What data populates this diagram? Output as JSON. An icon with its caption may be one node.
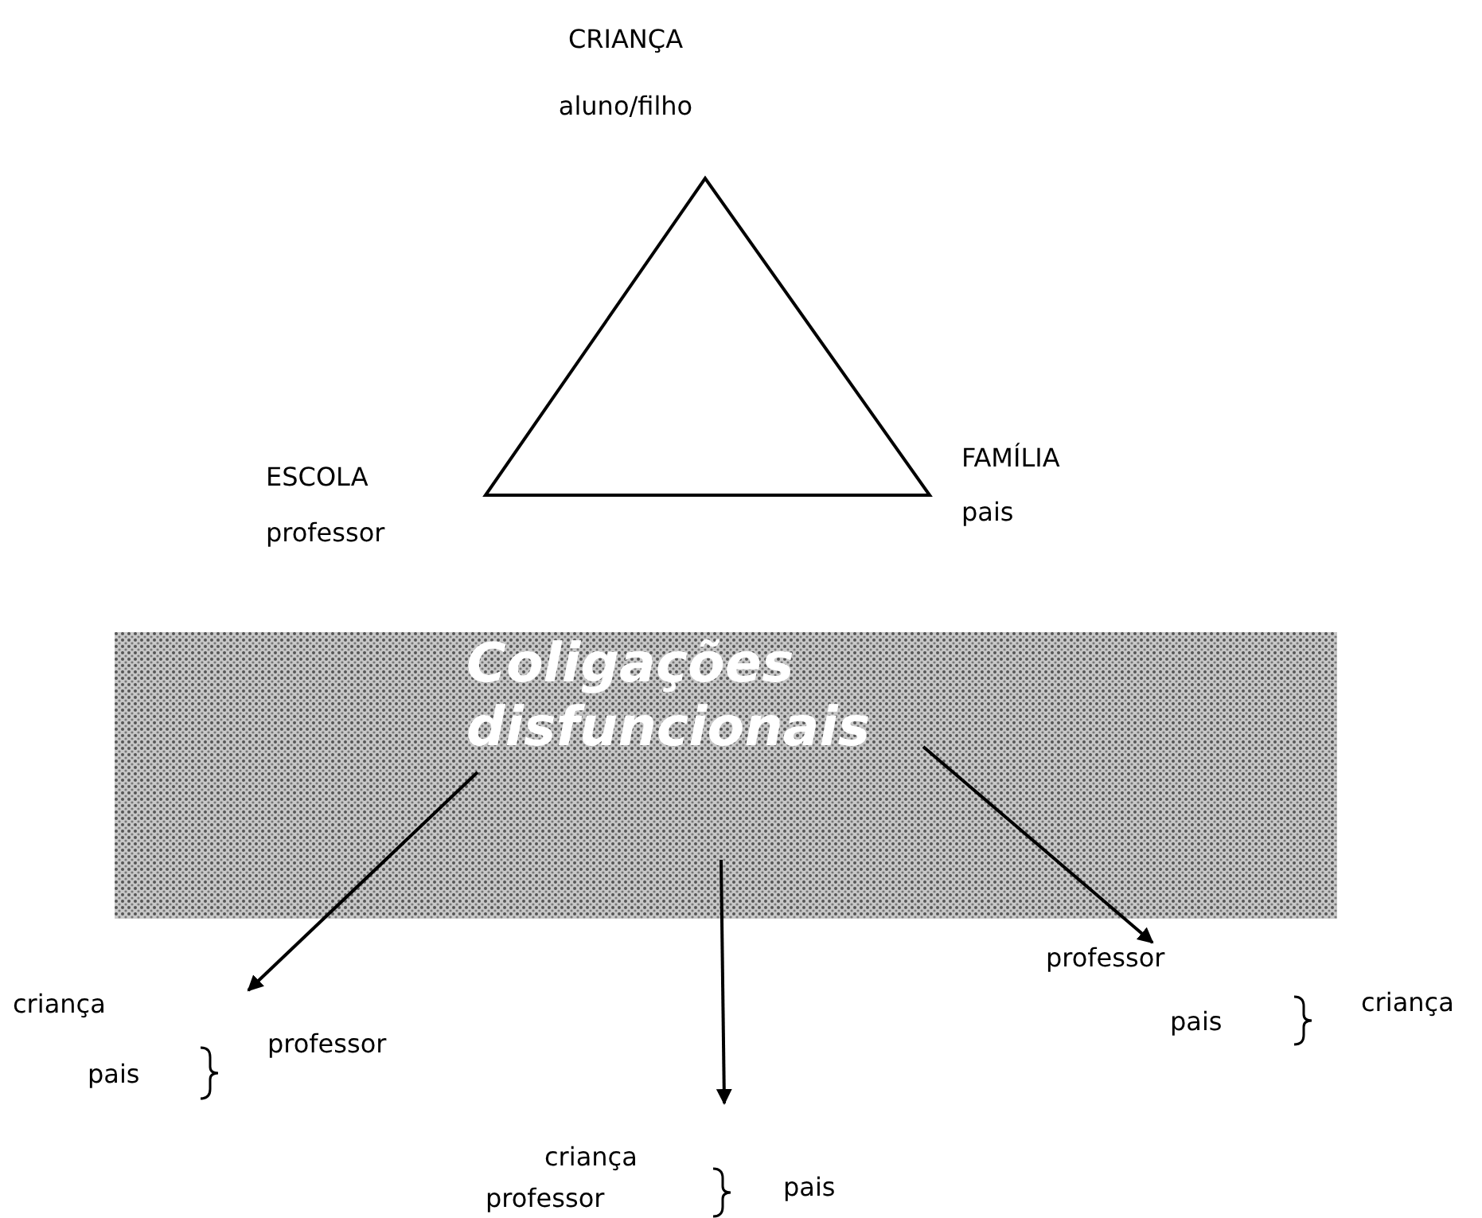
{
  "diagram": {
    "nodes": [
      {
        "text": [],
        "shape": "triangle",
        "beside": [
          "CRIANÇA",
          "aluno/filho",
          "ESCOLA",
          "professor",
          "FAMÍLIA",
          "pais"
        ]
      },
      {
        "text": [
          "Coligações disfuncionais"
        ]
      },
      {
        "text": [
          "criança",
          "pais",
          "professor"
        ]
      },
      {
        "text": [
          "criança",
          "professor",
          "pais"
        ]
      },
      {
        "text": [
          "professor",
          "pais",
          "criança"
        ]
      }
    ],
    "edges": [
      {
        "from": 1,
        "to": 2,
        "arrow": "to"
      },
      {
        "from": 1,
        "to": 3,
        "arrow": "to"
      },
      {
        "from": 1,
        "to": 4,
        "arrow": "to"
      }
    ]
  }
}
